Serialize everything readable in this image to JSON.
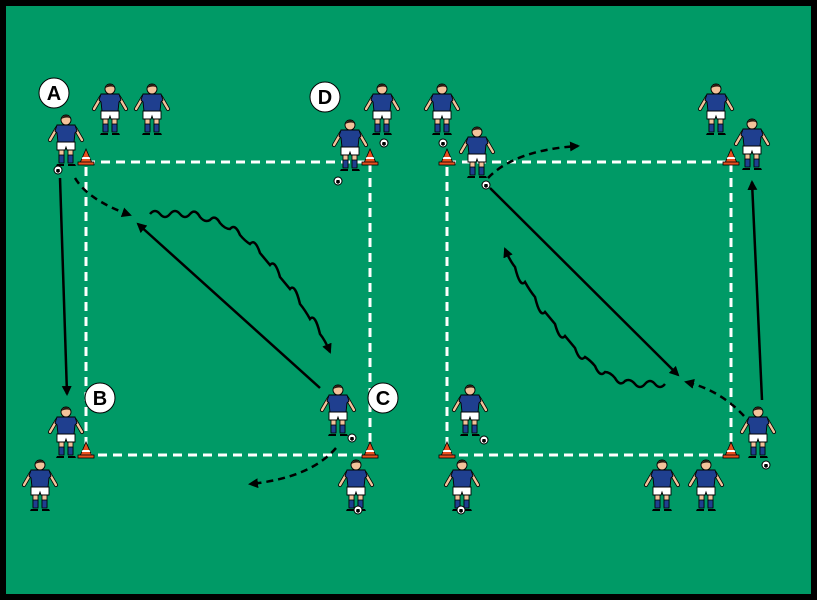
{
  "colors": {
    "border": "#000000",
    "pitch": "#009a66",
    "lines": "#ffffff",
    "cone": "#e8501f",
    "jersey": "#1f3f8f",
    "shorts": "#ffffff",
    "skin": "#f2c29a",
    "hair": "#2a1a10",
    "arrow": "#000000"
  },
  "labels": {
    "a": "A",
    "b": "B",
    "c": "C",
    "d": "D"
  },
  "icons": [
    "player-icon",
    "ball-icon",
    "cone-icon",
    "pass-arrow-icon",
    "run-arrow-icon",
    "dribble-arrow-icon"
  ]
}
